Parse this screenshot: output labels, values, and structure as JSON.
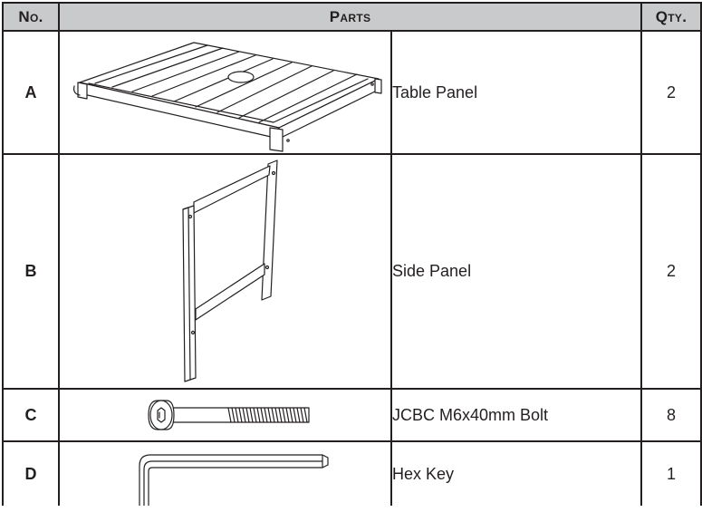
{
  "headers": {
    "no": "No.",
    "parts": "Parts",
    "qty": "Qty."
  },
  "rows": [
    {
      "id": "A",
      "name": "Table Panel",
      "qty": "2",
      "icon": "table-panel-icon"
    },
    {
      "id": "B",
      "name": "Side Panel",
      "qty": "2",
      "icon": "side-panel-icon"
    },
    {
      "id": "C",
      "name": "JCBC M6x40mm Bolt",
      "qty": "8",
      "icon": "bolt-icon"
    },
    {
      "id": "D",
      "name": "Hex Key",
      "qty": "1",
      "icon": "hex-key-icon"
    }
  ],
  "colors": {
    "header_bg": "#c9cacb",
    "line": "#231f20"
  }
}
